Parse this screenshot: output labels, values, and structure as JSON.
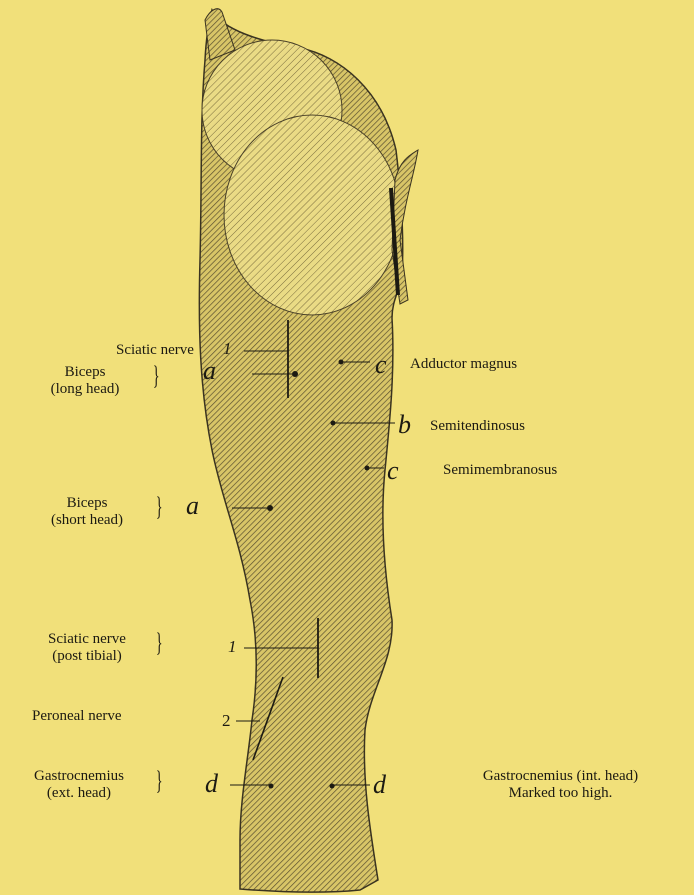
{
  "colors": {
    "background": "#f1e07a",
    "ink": "#1c1a12"
  },
  "labels": {
    "sciatic_nerve": "Sciatic nerve",
    "biceps_long_1": "Biceps",
    "biceps_long_2": "(long head)",
    "biceps_short_1": "Biceps",
    "biceps_short_2": "(short head)",
    "sciatic_post_1": "Sciatic nerve",
    "sciatic_post_2": "(post tibial)",
    "peroneal_nerve": "Peroneal nerve",
    "gastroc_ext_1": "Gastrocnemius",
    "gastroc_ext_2": "(ext. head)",
    "adductor_magnus": "Adductor magnus",
    "semitendinosus": "Semitendinosus",
    "semimembranosus": "Semimembranosus",
    "gastroc_int_1": "Gastrocnemius (int. head)",
    "gastroc_int_2": "Marked too high."
  },
  "markers": {
    "sciatic_1_top": "1",
    "biceps_long_letter": "a",
    "biceps_short_letter": "a",
    "sciatic_1_post": "1",
    "peroneal_2": "2",
    "gastroc_ext_letter": "d",
    "adductor_letter": "c",
    "semitendinosus_letter": "b",
    "semimembranosus_letter": "c",
    "gastroc_int_letter": "d"
  },
  "braces": {
    "brace": "}"
  }
}
